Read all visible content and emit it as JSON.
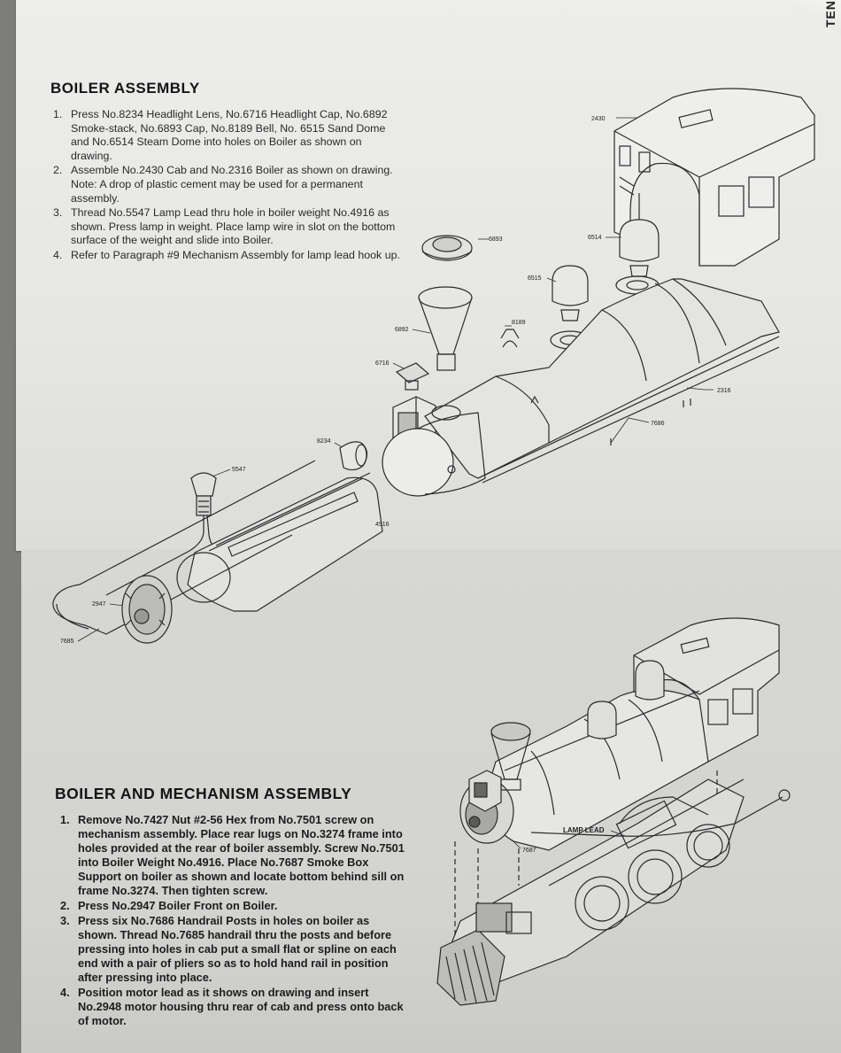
{
  "tab_text": "TEN",
  "boiler_assembly": {
    "title": "BOILER ASSEMBLY",
    "steps": [
      {
        "num": "1.",
        "text": "Press No.8234 Headlight Lens, No.6716 Headlight Cap, No.6892 Smoke-stack, No.6893 Cap, No.8189 Bell, No. 6515 Sand Dome and No.6514 Steam Dome into holes on Boiler as shown on drawing."
      },
      {
        "num": "2.",
        "text": "Assemble No.2430 Cab and No.2316 Boiler as shown on drawing. Note: A drop of plastic cement may be used for a permanent assembly."
      },
      {
        "num": "3.",
        "text": "Thread No.5547 Lamp Lead thru hole in boiler weight No.4916 as shown. Press lamp in weight. Place lamp wire in slot on the bottom surface of the weight and slide into Boiler."
      },
      {
        "num": "4.",
        "text": "Refer to Paragraph #9 Mechanism Assembly for lamp lead hook up."
      }
    ]
  },
  "boiler_mechanism_assembly": {
    "title": "BOILER AND MECHANISM ASSEMBLY",
    "steps": [
      {
        "num": "1.",
        "text": "Remove No.7427 Nut #2-56 Hex from No.7501 screw on mechanism assembly. Place rear lugs on No.3274 frame into holes provided at the rear of boiler assembly. Screw No.7501 into Boiler Weight No.4916. Place No.7687 Smoke Box Support on boiler as shown and locate bottom behind sill on frame No.3274. Then tighten screw."
      },
      {
        "num": "2.",
        "text": "Press No.2947 Boiler Front on Boiler."
      },
      {
        "num": "3.",
        "text": "Press six No.7686 Handrail Posts in holes on boiler as shown. Thread No.7685 handrail thru the posts and before pressing into holes in cab put a small flat or spline on each end with a pair of pliers so as to hold hand rail in position after pressing into place."
      },
      {
        "num": "4.",
        "text": "Position motor lead as it shows on drawing and insert No.2948 motor housing thru rear of cab and press onto back of motor."
      }
    ]
  },
  "exploded_diagram": {
    "labels": {
      "cab": "2430",
      "stack_cap": "6893",
      "steam_dome": "6514",
      "sand_dome": "6515",
      "bell": "8189",
      "smokestack": "6892",
      "headlight_cap": "6716",
      "boiler": "2316",
      "handrail_post": "7686",
      "headlight_lens": "8234",
      "lamp_lead": "5547",
      "boiler_weight": "4916",
      "boiler_front": "2947",
      "handrail": "7685"
    }
  },
  "assembled_diagram": {
    "labels": {
      "lamp_lead": "LAMP LEAD",
      "smoke_box_support": "7687"
    }
  }
}
